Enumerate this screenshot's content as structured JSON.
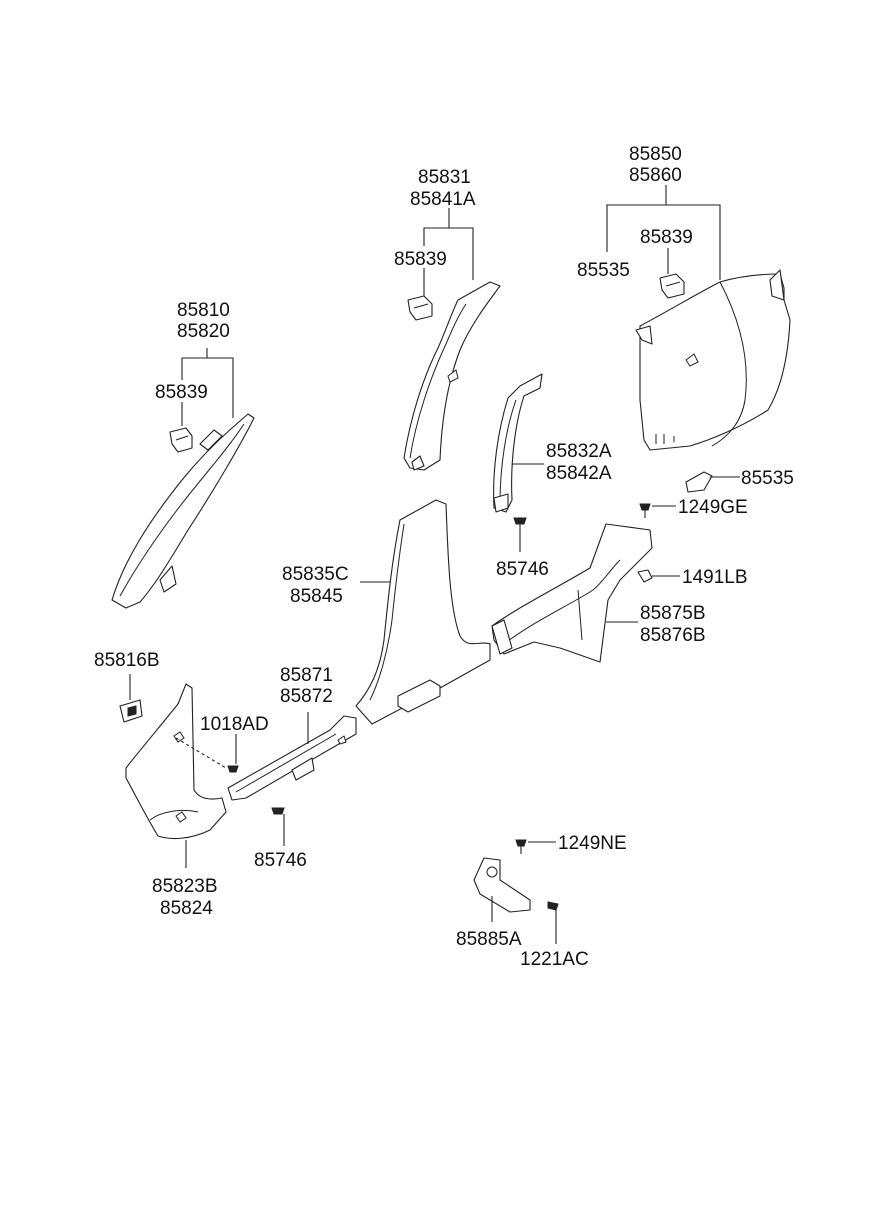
{
  "labels": {
    "l85810": "85810",
    "l85820": "85820",
    "l85839_a": "85839",
    "l85831": "85831",
    "l85841A": "85841A",
    "l85839_b": "85839",
    "l85850": "85850",
    "l85860": "85860",
    "l85839_c": "85839",
    "l85535_a": "85535",
    "l85832A": "85832A",
    "l85842A": "85842A",
    "l85535_b": "85535",
    "l1249GE": "1249GE",
    "l85746_a": "85746",
    "l85835C": "85835C",
    "l85845": "85845",
    "l1491LB": "1491LB",
    "l85875B": "85875B",
    "l85876B": "85876B",
    "l85816B": "85816B",
    "l85871": "85871",
    "l85872": "85872",
    "l1018AD": "1018AD",
    "l85746_b": "85746",
    "l85823B": "85823B",
    "l85824": "85824",
    "l1249NE": "1249NE",
    "l85885A": "85885A",
    "l1221AC": "1221AC"
  }
}
